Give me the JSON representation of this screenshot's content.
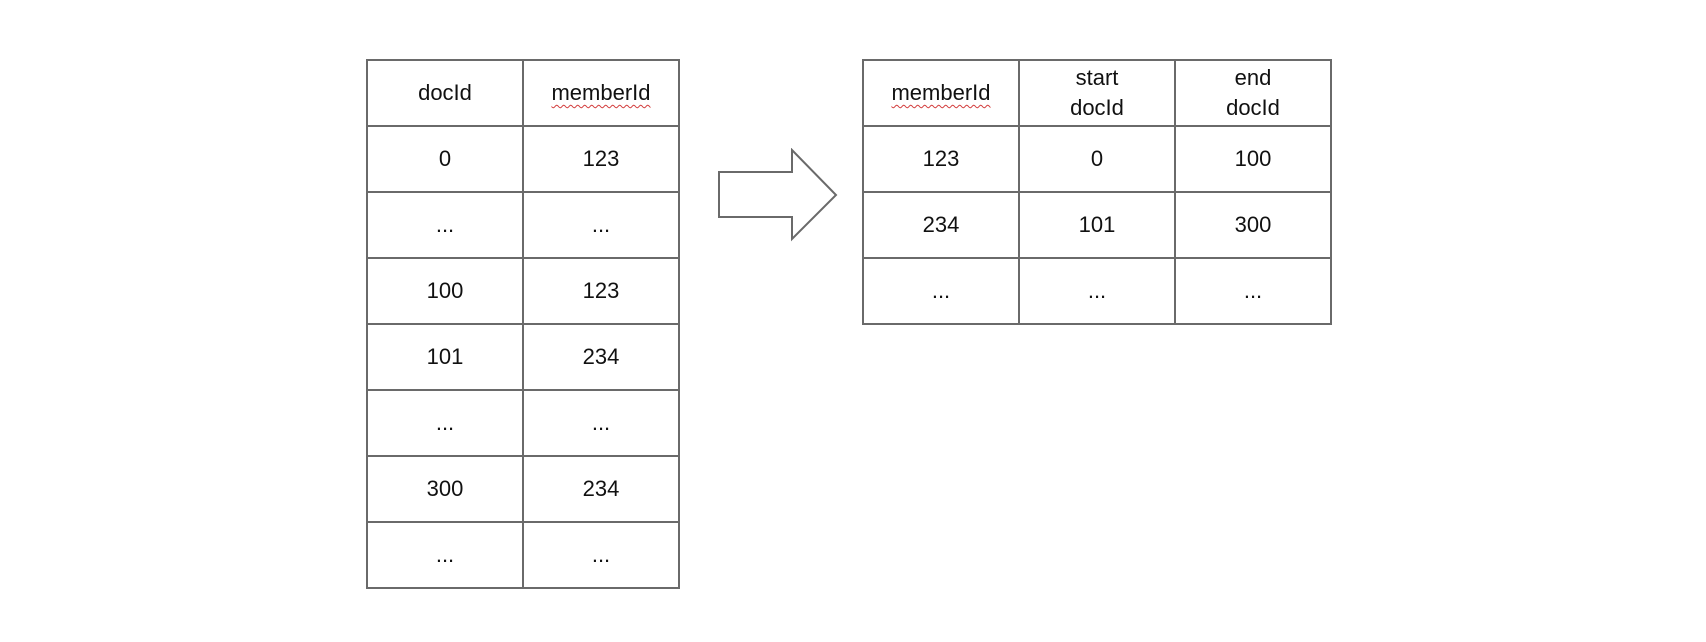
{
  "left_table": {
    "headers": [
      "docId",
      "memberId"
    ],
    "rows": [
      [
        "0",
        "123"
      ],
      [
        "...",
        "..."
      ],
      [
        "100",
        "123"
      ],
      [
        "101",
        "234"
      ],
      [
        "...",
        "..."
      ],
      [
        "300",
        "234"
      ],
      [
        "...",
        "..."
      ]
    ]
  },
  "right_table": {
    "headers": [
      {
        "line1": "memberId",
        "line2": ""
      },
      {
        "line1": "start",
        "line2": "docId"
      },
      {
        "line1": "end",
        "line2": "docId"
      }
    ],
    "rows": [
      [
        "123",
        "0",
        "100"
      ],
      [
        "234",
        "101",
        "300"
      ],
      [
        "...",
        "...",
        "..."
      ]
    ]
  },
  "colors": {
    "border": "#6a6a6a",
    "spellcheck_underline": "#d23b3b"
  },
  "icons": {
    "arrow": "right-arrow-outline"
  }
}
